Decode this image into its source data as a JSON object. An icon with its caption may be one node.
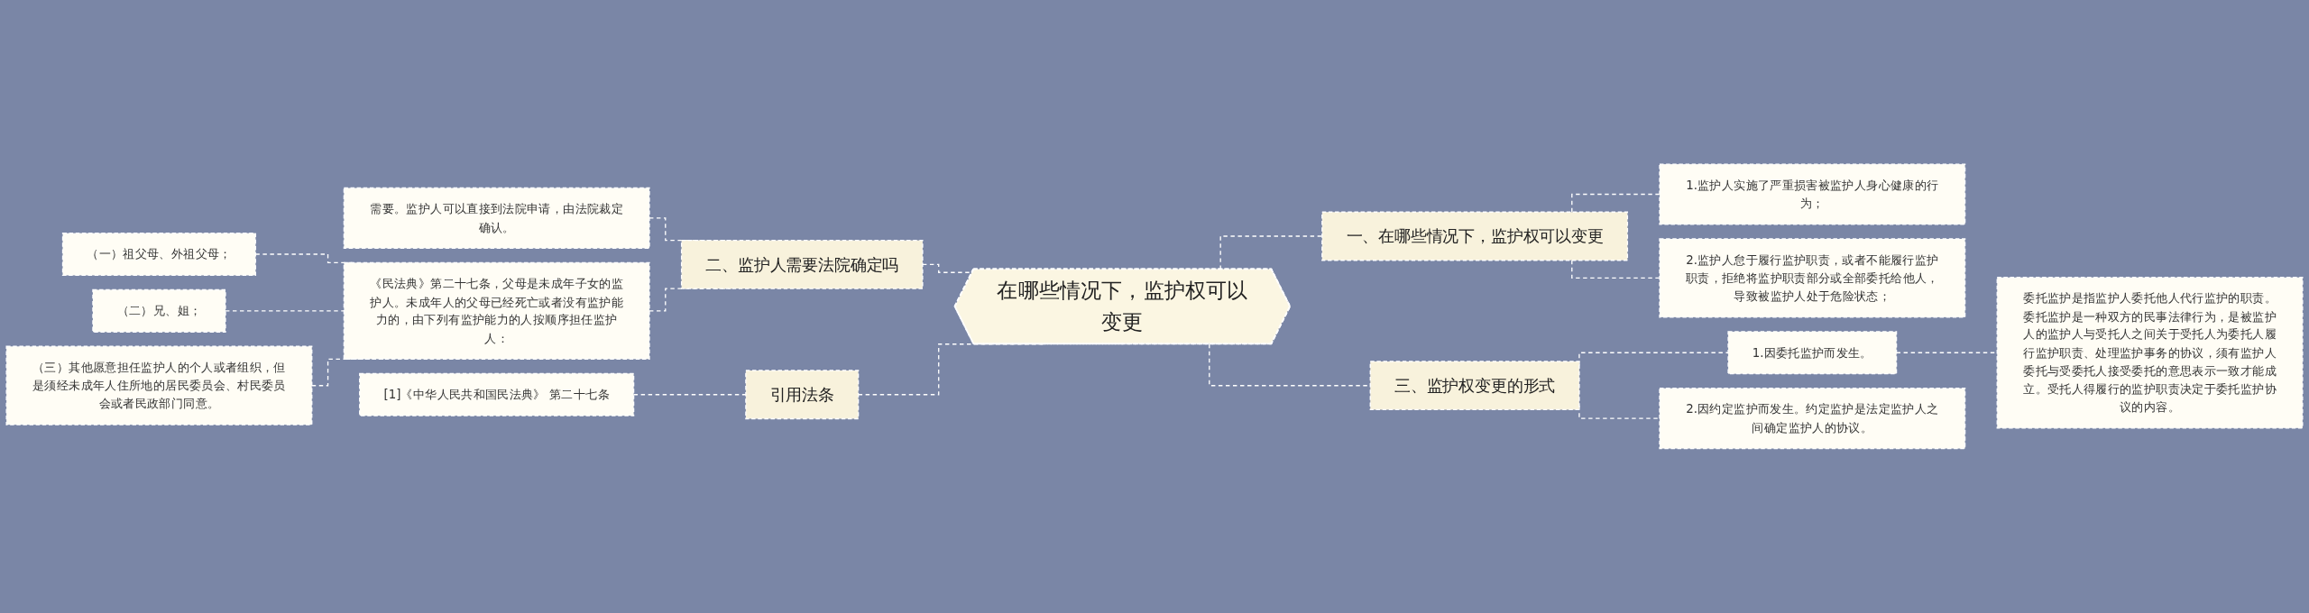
{
  "diagram": {
    "nodes": [
      {
        "text": [
          "在哪些情况下，监护权可以变更"
        ]
      },
      {
        "text": [
          "一、在哪些情况下，监护权可以变更"
        ]
      },
      {
        "text": [
          "1.监护人实施了严重损害被监护人身心健康的行为；"
        ]
      },
      {
        "text": [
          "2.监护人怠于履行监护职责，或者不能履行监护职责，拒绝将监护职责部分或全部委托给他人，导致被监护人处于危险状态；"
        ]
      },
      {
        "text": [
          "三、监护权变更的形式"
        ]
      },
      {
        "text": [
          "1.因委托监护而发生。"
        ]
      },
      {
        "text": [
          "委托监护是指监护人委托他人代行监护的职责。委托监护是一种双方的民事法律行为，是被监护人的监护人与受托人之间关于受托人为委托人履行监护职责、处理监护事务的协议，须有监护人委托与受委托人接受委托的意思表示一致才能成立。受托人得履行的监护职责决定于委托监护协议的内容。"
        ]
      },
      {
        "text": [
          "2.因约定监护而发生。约定监护是法定监护人之间确定监护人的协议。"
        ]
      },
      {
        "text": [
          "二、监护人需要法院确定吗"
        ]
      },
      {
        "text": [
          "需要。监护人可以直接到法院申请，由法院裁定确认。"
        ]
      },
      {
        "text": [
          "《民法典》第二十七条，父母是未成年子女的监护人。未成年人的父母已经死亡或者没有监护能力的，由下列有监护能力的人按顺序担任监护人："
        ]
      },
      {
        "text": [
          "（一）祖父母、外祖父母；"
        ]
      },
      {
        "text": [
          "（二）兄、姐；"
        ]
      },
      {
        "text": [
          "（三）其他愿意担任监护人的个人或者组织，但是须经未成年人住所地的居民委员会、村民委员会或者民政部门同意。"
        ]
      },
      {
        "text": [
          "引用法条"
        ]
      },
      {
        "text": [
          "[1]《中华人民共和国民法典》 第二十七条"
        ]
      }
    ],
    "edges": [
      {
        "from": 0,
        "to": 1,
        "arrow": "none",
        "style": "dashed"
      },
      {
        "from": 1,
        "to": 2,
        "arrow": "none",
        "style": "dashed"
      },
      {
        "from": 1,
        "to": 3,
        "arrow": "none",
        "style": "dashed"
      },
      {
        "from": 0,
        "to": 4,
        "arrow": "none",
        "style": "dashed"
      },
      {
        "from": 4,
        "to": 5,
        "arrow": "none",
        "style": "dashed"
      },
      {
        "from": 5,
        "to": 6,
        "arrow": "none",
        "style": "dashed"
      },
      {
        "from": 4,
        "to": 7,
        "arrow": "none",
        "style": "dashed"
      },
      {
        "from": 0,
        "to": 8,
        "arrow": "none",
        "style": "dashed"
      },
      {
        "from": 8,
        "to": 9,
        "arrow": "none",
        "style": "dashed"
      },
      {
        "from": 8,
        "to": 10,
        "arrow": "none",
        "style": "dashed"
      },
      {
        "from": 10,
        "to": 11,
        "arrow": "none",
        "style": "dashed"
      },
      {
        "from": 10,
        "to": 12,
        "arrow": "none",
        "style": "dashed"
      },
      {
        "from": 10,
        "to": 13,
        "arrow": "none",
        "style": "dashed"
      },
      {
        "from": 0,
        "to": 14,
        "arrow": "none",
        "style": "dashed"
      },
      {
        "from": 14,
        "to": 15,
        "arrow": "none",
        "style": "dashed"
      }
    ]
  }
}
